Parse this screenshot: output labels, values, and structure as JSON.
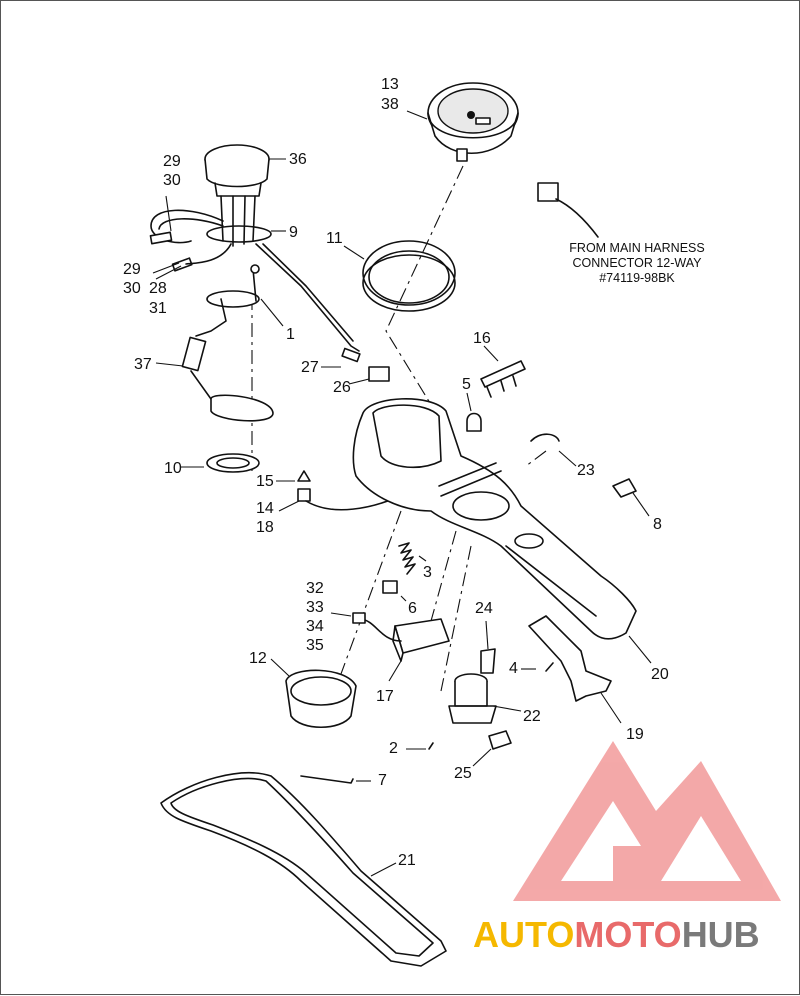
{
  "diagram": {
    "callouts": {
      "c1": "1",
      "c2": "2",
      "c3": "3",
      "c4": "4",
      "c5": "5",
      "c6": "6",
      "c7": "7",
      "c8": "8",
      "c9": "9",
      "c10": "10",
      "c11": "11",
      "c12": "12",
      "c13": "13",
      "c38": "38",
      "c14": "14",
      "c18": "18",
      "c15": "15",
      "c16": "16",
      "c17": "17",
      "c19": "19",
      "c20": "20",
      "c21": "21",
      "c22": "22",
      "c23": "23",
      "c24": "24",
      "c25": "25",
      "c26": "26",
      "c27": "27",
      "c28": "28",
      "c31": "31",
      "c29a": "29",
      "c30a": "30",
      "c29b": "29",
      "c30b": "30",
      "c32": "32",
      "c33": "33",
      "c34": "34",
      "c35": "35",
      "c36": "36",
      "c37": "37"
    },
    "note": {
      "line1": "FROM MAIN HARNESS",
      "line2": "CONNECTOR 12-WAY",
      "line3": "#74119-98BK"
    }
  },
  "watermark": {
    "part1": "AUTO",
    "part2": "MOTO",
    "part3": "HUB",
    "colors": {
      "auto": "#f5b800",
      "moto": "#e86a6a",
      "hub": "#7a7a7a",
      "logo": "#f08080"
    }
  }
}
